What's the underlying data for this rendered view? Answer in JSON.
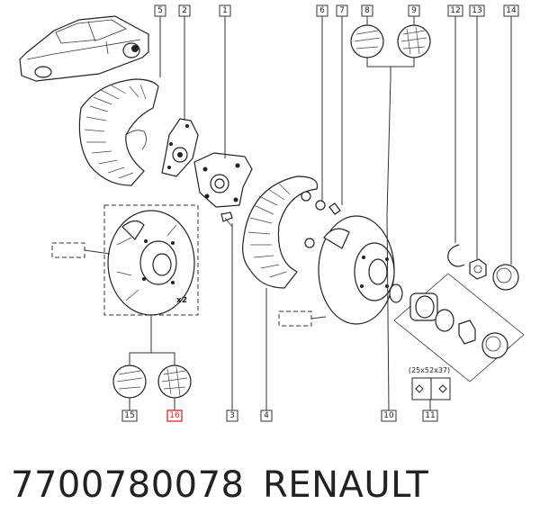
{
  "diagram": {
    "callouts": [
      {
        "id": "1",
        "text": "1"
      },
      {
        "id": "2",
        "text": "2"
      },
      {
        "id": "3",
        "text": "3"
      },
      {
        "id": "4",
        "text": "4"
      },
      {
        "id": "5",
        "text": "5"
      },
      {
        "id": "6",
        "text": "6"
      },
      {
        "id": "7",
        "text": "7"
      },
      {
        "id": "8",
        "text": "8"
      },
      {
        "id": "9",
        "text": "9"
      },
      {
        "id": "10",
        "text": "10"
      },
      {
        "id": "11",
        "text": "11"
      },
      {
        "id": "12",
        "text": "12"
      },
      {
        "id": "13",
        "text": "13"
      },
      {
        "id": "14",
        "text": "14"
      },
      {
        "id": "15",
        "text": "15"
      },
      {
        "id": "16",
        "text": "16",
        "highlighted": true
      }
    ],
    "quantity_label": "x2",
    "bearing_dimensions": "(25x52x37)"
  },
  "footer": {
    "part_number": "7700780078",
    "brand": "RENAULT"
  },
  "colors": {
    "highlight": "#d22222",
    "line": "#222222"
  }
}
